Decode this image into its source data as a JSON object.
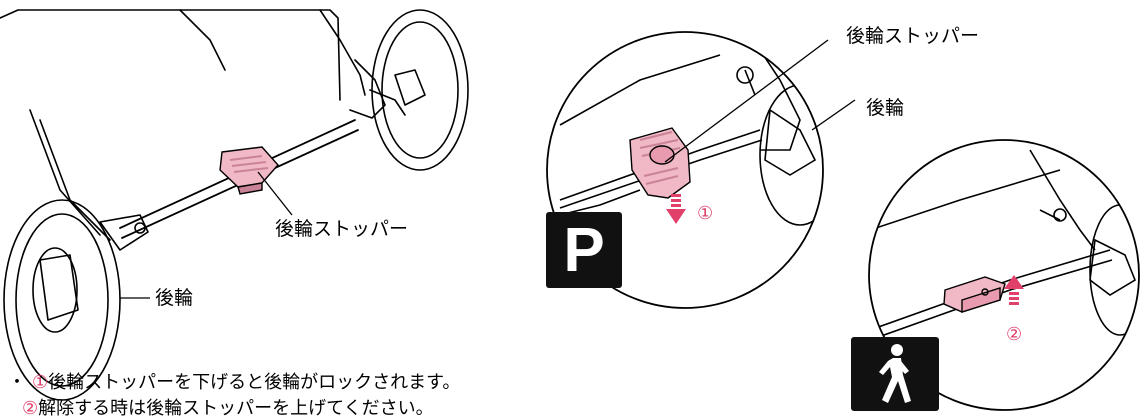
{
  "labels": {
    "stopper_main": "後輪ストッパー",
    "wheel_main": "後輪",
    "stopper_zoom": "後輪ストッパー",
    "wheel_zoom": "後輪"
  },
  "steps": {
    "down": "①",
    "up": "②"
  },
  "badges": {
    "park": "P",
    "walk": "walk-person-icon"
  },
  "notes": [
    {
      "bullet": "・",
      "num": "①",
      "text": "後輪ストッパーを下げると後輪がロックされます。"
    },
    {
      "bullet": "",
      "num": "②",
      "text": "解除する時は後輪ストッパーを上げてください。"
    }
  ],
  "colors": {
    "stopper": "#f1b8c6",
    "stopper_dark": "#c98397",
    "arrow": "#e0406a",
    "line": "#000000"
  }
}
